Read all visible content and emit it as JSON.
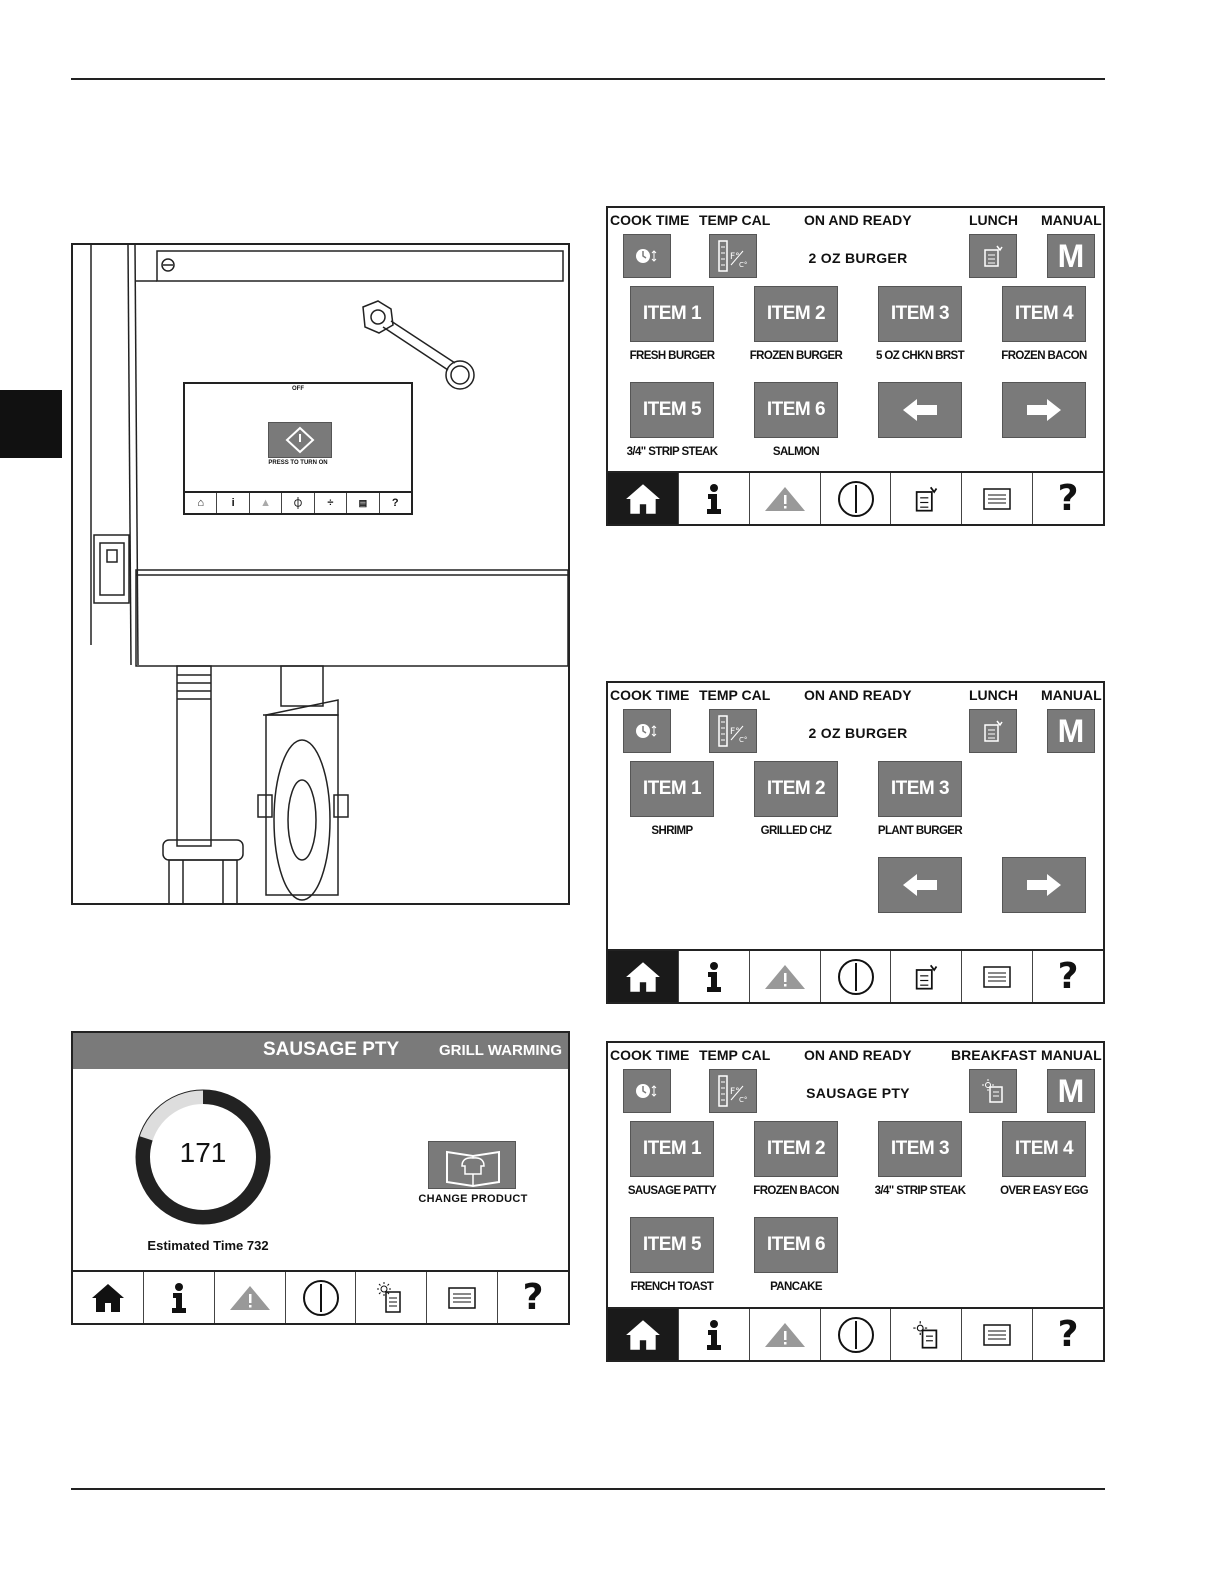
{
  "grill_panel": {
    "mini_screen": {
      "status": "OFF",
      "power_button_caption": "PRESS TO TURN ON",
      "nav_icons": [
        "home-icon",
        "info-icon",
        "warning-icon",
        "power-icon",
        "temp-scale-icon",
        "menu-list-icon",
        "help-icon"
      ],
      "help_label": "?"
    }
  },
  "cooking_screen": {
    "product": "SAUSAGE PTY",
    "status": "GRILL WARMING",
    "countdown": "171",
    "progress_fraction": 0.8,
    "estimated_time": "Estimated Time 732",
    "change_product_label": "CHANGE PRODUCT",
    "help_label": "?"
  },
  "screens": [
    {
      "header": {
        "cook_time": "COOK TIME",
        "temp_cal": "TEMP CAL",
        "status": "ON AND READY",
        "menu": "LUNCH",
        "manual": "MANUAL"
      },
      "product": "2 OZ BURGER",
      "manual_key": "M",
      "items": [
        {
          "key": "ITEM 1",
          "label": "FRESH BURGER"
        },
        {
          "key": "ITEM 2",
          "label": "FROZEN BURGER"
        },
        {
          "key": "ITEM 3",
          "label": "5 OZ CHKN BRST"
        },
        {
          "key": "ITEM 4",
          "label": "FROZEN BACON"
        },
        {
          "key": "ITEM 5",
          "label": "3/4\" STRIP STEAK"
        },
        {
          "key": "ITEM 6",
          "label": "SALMON"
        }
      ],
      "help_label": "?"
    },
    {
      "header": {
        "cook_time": "COOK TIME",
        "temp_cal": "TEMP CAL",
        "status": "ON AND READY",
        "menu": "LUNCH",
        "manual": "MANUAL"
      },
      "product": "2 OZ BURGER",
      "manual_key": "M",
      "items": [
        {
          "key": "ITEM 1",
          "label": "SHRIMP"
        },
        {
          "key": "ITEM 2",
          "label": "GRILLED CHZ"
        },
        {
          "key": "ITEM 3",
          "label": "PLANT BURGER"
        }
      ],
      "help_label": "?"
    },
    {
      "header": {
        "cook_time": "COOK TIME",
        "temp_cal": "TEMP CAL",
        "status": "ON AND READY",
        "menu": "BREAKFAST",
        "manual": "MANUAL"
      },
      "product": "SAUSAGE PTY",
      "manual_key": "M",
      "items": [
        {
          "key": "ITEM 1",
          "label": "SAUSAGE PATTY"
        },
        {
          "key": "ITEM 2",
          "label": "FROZEN BACON"
        },
        {
          "key": "ITEM 3",
          "label": "3/4\" STRIP STEAK"
        },
        {
          "key": "ITEM 4",
          "label": "OVER EASY EGG"
        },
        {
          "key": "ITEM 5",
          "label": "FRENCH TOAST"
        },
        {
          "key": "ITEM 6",
          "label": "PANCAKE"
        }
      ],
      "help_label": "?"
    }
  ]
}
